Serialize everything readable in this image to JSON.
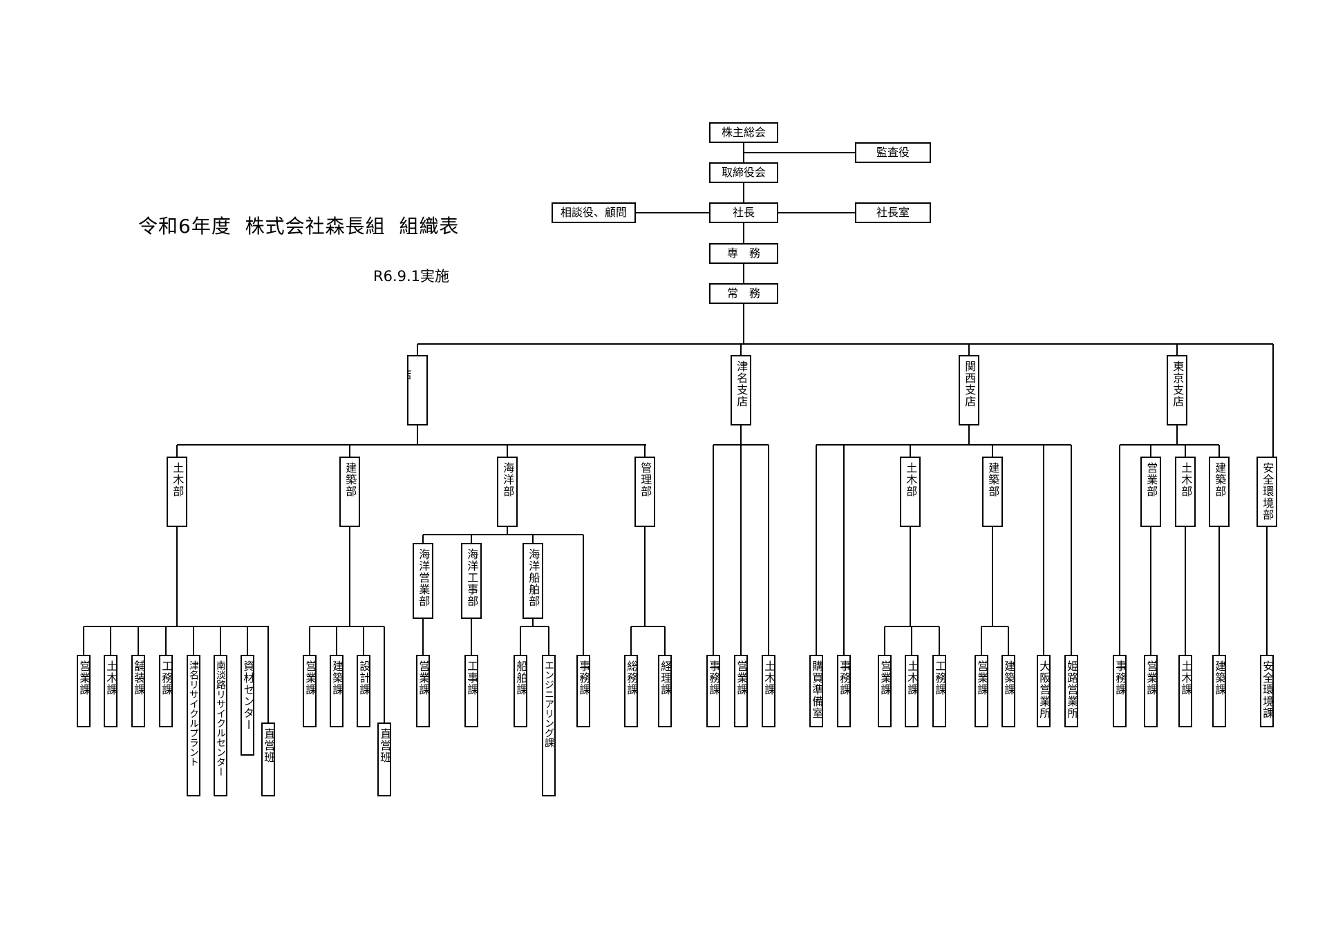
{
  "title": "令和6年度  株式会社森長組  組織表",
  "subtitle": "R6.9.1実施",
  "nodes": {
    "kabunushi": "株主総会",
    "kansa": "監査役",
    "torishimari": "取締役会",
    "sodan": "相談役、顧問",
    "shacho": "社長",
    "shachoshitsu": "社長室",
    "senmu": "専　務",
    "jomu": "常　務",
    "honten": "本\n\n店",
    "tsuna": "津名支店",
    "kansai": "関西支店",
    "tokyo": "東京支店",
    "anzenbu": "安全環境部",
    "hq_doboku": "土木部",
    "hq_kenchiku": "建築部",
    "hq_kaiyo": "海洋部",
    "hq_kanri": "管理部",
    "kaiyo_eigyo": "海洋営業部",
    "kaiyo_koji": "海洋工事部",
    "kaiyo_senpaku": "海洋船舶部",
    "d_eigyo": "営業課",
    "d_doboku": "土木課",
    "d_hoso": "舗装課",
    "d_komu": "工務課",
    "d_tsuna_recycle": "津名リサイクルプラント",
    "d_minami_recycle": "南淡路リサイクルセンター",
    "d_shizai": "資材センター",
    "d_chokuei": "直営班",
    "k_eigyo": "営業課",
    "k_kenchiku": "建築課",
    "k_sekkei": "設計課",
    "k_chokuei": "直営班",
    "ke_eigyo": "営業課",
    "kk_koji": "工事課",
    "ks_senpaku": "船舶課",
    "ks_engineering": "エンジニアリング課",
    "kaiyo_jimu": "事務課",
    "m_somu": "総務課",
    "m_keiri": "経理課",
    "t_jimu": "事務課",
    "t_eigyo": "営業課",
    "t_doboku": "土木課",
    "ka_konyu": "購買準備室",
    "ka_jimu": "事務課",
    "ka_doboku_bu": "土木部",
    "ka_kenchiku_bu": "建築部",
    "ka_osaka": "大阪営業所",
    "ka_himeji": "姫路営業所",
    "kad_eigyo": "営業課",
    "kad_doboku": "土木課",
    "kad_komu": "工務課",
    "kak_eigyo": "営業課",
    "kak_kenchiku": "建築課",
    "to_jimu": "事務課",
    "to_eigyo_bu": "営業部",
    "to_doboku_bu": "土木部",
    "to_kenchiku_bu": "建築部",
    "toe_eigyo": "営業課",
    "tod_doboku": "土木課",
    "tok_kenchiku": "建築課",
    "an_ka": "安全環境課"
  }
}
